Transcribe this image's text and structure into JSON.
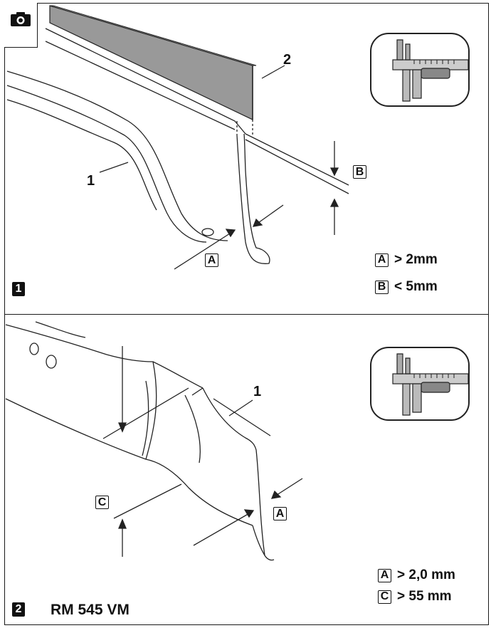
{
  "panel1": {
    "step_number": "1",
    "callout_blade": "1",
    "callout_ruler": "2",
    "tag_a": "A",
    "tag_b": "B",
    "legend": [
      {
        "key": "A",
        "text": "> 2mm"
      },
      {
        "key": "B",
        "text": "< 5mm"
      }
    ]
  },
  "panel2": {
    "step_number": "2",
    "model": "RM 545 VM",
    "callout_blade": "1",
    "tag_a": "A",
    "tag_c": "C",
    "legend": [
      {
        "key": "A",
        "text": "> 2,0 mm"
      },
      {
        "key": "C",
        "text": "> 55 mm"
      }
    ]
  },
  "icons": {
    "header": "camera-icon",
    "tool": "caliper-icon"
  }
}
